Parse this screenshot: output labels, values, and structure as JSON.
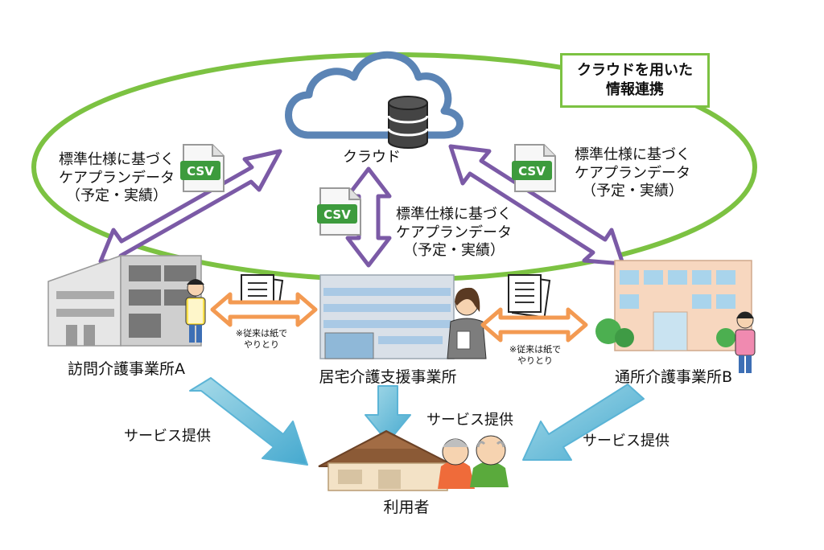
{
  "legend_box": {
    "text": "クラウドを用いた\n情報連携"
  },
  "cloud": {
    "label": "クラウド",
    "db_icon": "database-icon",
    "cloud_icon": "cloud-icon"
  },
  "data_flows": {
    "left": "標準仕様に基づく\nケアプランデータ\n（予定・実績）",
    "center": "標準仕様に基づく\nケアプランデータ\n（予定・実績）",
    "right": "標準仕様に基づく\nケアプランデータ\n（予定・実績）",
    "csv_label": "CSV"
  },
  "paper_exchange": {
    "left": "※従来は紙で\nやりとり",
    "right": "※従来は紙で\nやりとり"
  },
  "offices": {
    "visit_care": "訪問介護事業所A",
    "home_care_support": "居宅介護支援事業所",
    "day_care": "通所介護事業所B"
  },
  "service": {
    "left": "サービス提供",
    "center": "サービス提供",
    "right": "サービス提供"
  },
  "user": {
    "label": "利用者"
  },
  "colors": {
    "ellipse": "#7cc242",
    "purple_arrow": "#7b5aa6",
    "orange_arrow": "#f39a52",
    "blue_arrow": "#5bb4d6",
    "csv_green": "#3d9b3d"
  }
}
